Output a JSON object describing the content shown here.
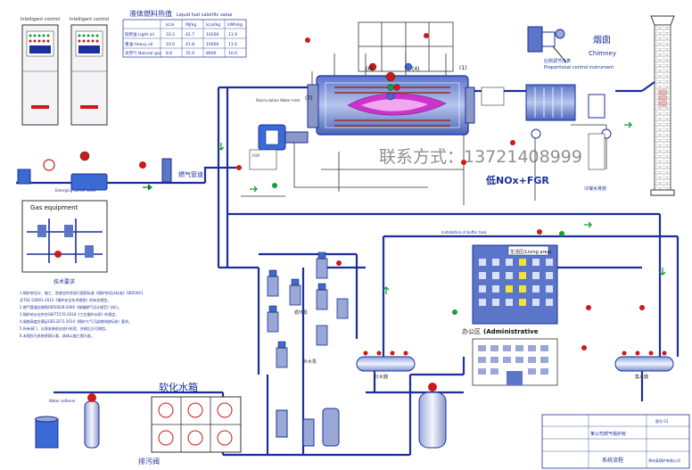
{
  "title": {
    "chimney_cn": "烟囱",
    "chimney_en": "Chimney",
    "proportional_cn": "比例调节仪表",
    "proportional_en": "Proportional control instrument",
    "fuel_table_title": "液体燃料热值",
    "fuel_table_title_en": "Liquid fuel calorific value",
    "gas_equipment": "Gas equipment",
    "softening_tank": "软化水箱",
    "living_area": "生活区(Living area)",
    "admin_cn": "办公区",
    "admin_en": "(Administrative",
    "low_nox": "低NOx+FGR",
    "watermark": "联系方式：13721408999",
    "gas_pipe": "燃气管道",
    "drain": "排污阀",
    "makeup_pump": "补水泵",
    "circulation_pump": "循环泵",
    "distributor": "分水器",
    "collector": "集水器",
    "water_softener": "Water softener",
    "emergency_valve": "Emerging cut-off valve",
    "circulation_return": "Recirculation Water Inlet",
    "buffer_tank": "Installation of buffer tank",
    "system_flow": "系统流程",
    "condensate": "冷凝水排放"
  },
  "fuel_table": {
    "headers": [
      "",
      "kcal",
      "MJ/kg",
      "kcal/kg",
      "kWh/kg"
    ],
    "rows": [
      [
        "轻柴油 Light oil",
        "10.2",
        "42.7",
        "10200",
        "11.9"
      ],
      [
        "重油 Heavy oil",
        "10.0",
        "41.8",
        "10000",
        "11.6"
      ],
      [
        "天然气 Natural gas",
        "8.6",
        "35.9",
        "8600",
        "10.0"
      ]
    ]
  },
  "notes": {
    "title": "技术要求",
    "lines": [
      "1.锅炉房设计、施工、验收应符合现行国家标准《锅炉房设计标准》GB50041",
      "  及TSG G0001-2012《锅炉安全技术规程》的有关规定。",
      "2.燃气管道应按照GB50028-2006《城镇燃气设计规范》执行。",
      "3.锅炉给水应符合GB/T1576-2018《工业锅炉水质》的规定。",
      "4.烟囱高度应满足GB13271-2014《锅炉大气污染物排放标准》要求。",
      "5.所有阀门、仪表安装前应进行检验，合格后方可使用。",
      "6.本图仅为系统原理示意，具体以施工图为准。"
    ]
  },
  "title_block": {
    "project": "某公司燃气锅炉房",
    "drawing": "系统流程图",
    "company": "郑州某锅炉有限公司",
    "number": "图号 01"
  },
  "control_panels": [
    {
      "label": "Intelligent control"
    },
    {
      "label": "Intelligent control"
    }
  ],
  "colors": {
    "pipe_blue": "#1c2f9a",
    "pipe_dark": "#111133",
    "flame": "#cc33cc",
    "valve_red": "#cc1a1a",
    "valve_green": "#1a9a3a",
    "tank_blue": "#3a6ad4",
    "watermark": "#6a6a6a"
  }
}
